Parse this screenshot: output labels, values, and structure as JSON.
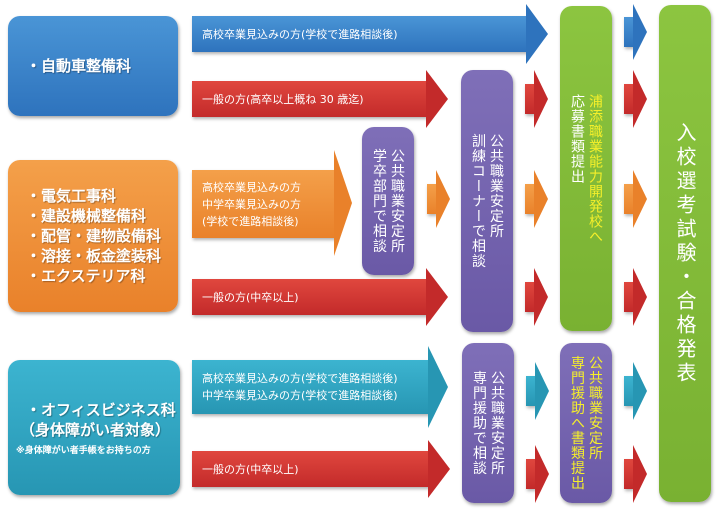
{
  "colors": {
    "blue": "#3a84c9",
    "orange": "#ee8f36",
    "teal": "#30a5c1",
    "red": "#d23a34",
    "purple": "#7464af",
    "green": "#82bb39",
    "yellow_text": "#f5ef2a"
  },
  "departments": [
    {
      "items": [
        "・自動車整備科"
      ]
    },
    {
      "items": [
        "・電気工事科",
        "・建設機械整備科",
        "・配管・建物設備科",
        "・溶接・板金塗装科",
        "・エクステリア科"
      ]
    },
    {
      "items": [
        "・オフィスビジネス科",
        "（身体障がい者対象）"
      ],
      "note": "※身体障がい者手帳をお持ちの方"
    }
  ],
  "paths": {
    "auto_student": "高校卒業見込みの方(学校で進路相談後)",
    "auto_general": "一般の方(高卒以上概ね 30 歳迄)",
    "tech_student_line1": "高校卒業見込みの方",
    "tech_student_line2": "中学卒業見込みの方",
    "tech_student_line3": "(学校で進路相談後)",
    "tech_general": "一般の方(中卒以上)",
    "office_student_line1": "高校卒業見込みの方(学校で進路相談後)",
    "office_student_line2": "中学卒業見込みの方(学校で進路相談後)",
    "office_general": "一般の方(中卒以上)"
  },
  "consultation": {
    "graduate_dept_line1": "公共職業安定所",
    "graduate_dept_line2": "学卒部門で相談",
    "training_corner_line1": "公共職業安定所",
    "training_corner_line2": "訓練コーナーで相談",
    "specialist_line1": "公共職業安定所",
    "specialist_line2": "専門援助で相談"
  },
  "submission": {
    "school_line1": "浦添職業能力開発校へ",
    "school_line2": "応募書類提出",
    "specialist_line1": "公共職業安定所",
    "specialist_line2": "専門援助へ書類提出"
  },
  "final": {
    "label": "入校選考試験・合格発表"
  }
}
